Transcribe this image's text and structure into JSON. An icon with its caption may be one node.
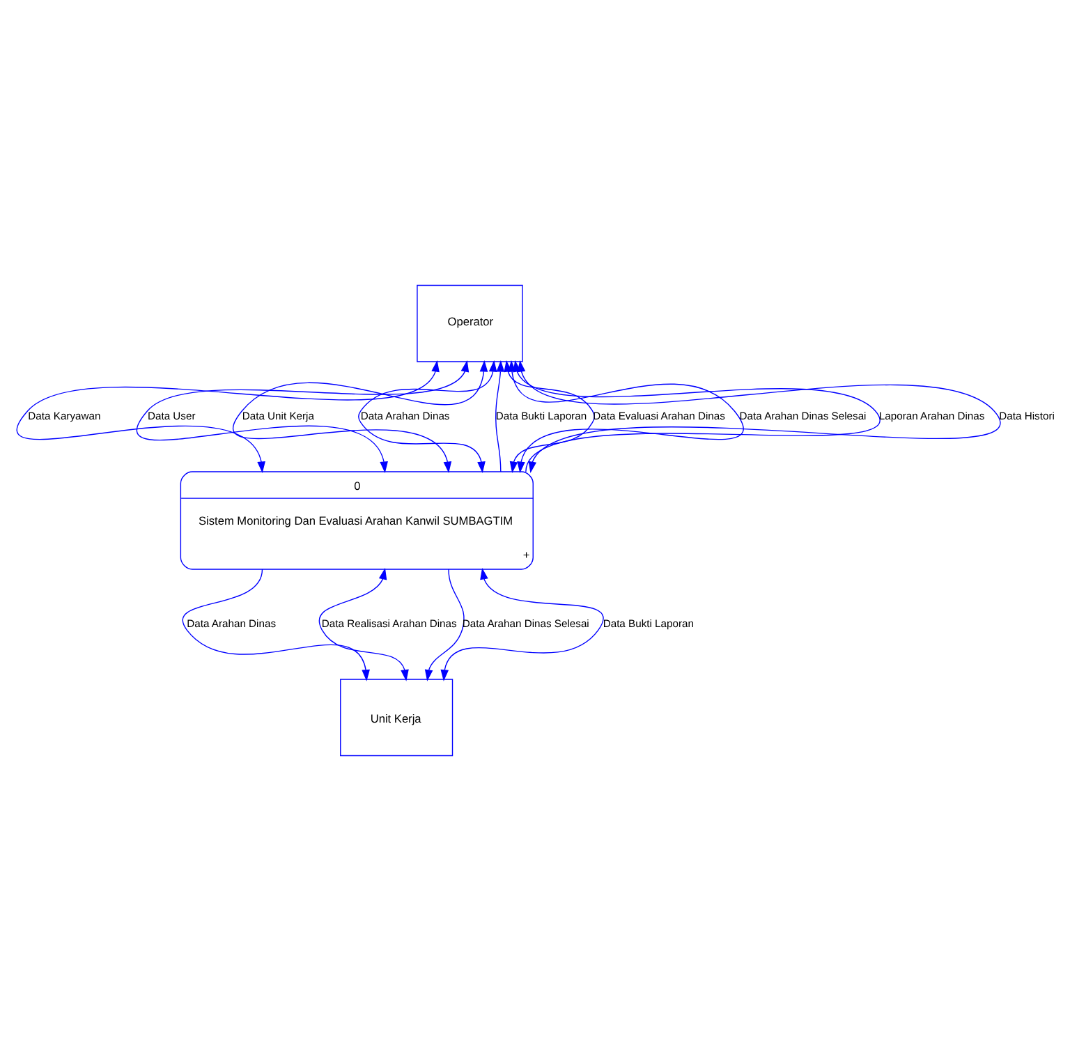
{
  "diagram": {
    "nodes": [
      {
        "text": [
          "Operator"
        ]
      },
      {
        "text": [
          "0",
          "Sistem Monitoring Dan Evaluasi Arahan Kanwil SUMBAGTIM",
          "+"
        ]
      },
      {
        "text": [
          "Unit Kerja"
        ]
      }
    ],
    "edges": [
      {
        "from": 1,
        "to": 0,
        "arrow": "both",
        "label": "Data Karyawan"
      },
      {
        "from": 1,
        "to": 0,
        "arrow": "both",
        "label": "Data User"
      },
      {
        "from": 1,
        "to": 0,
        "arrow": "both",
        "label": "Data Unit Kerja"
      },
      {
        "from": 0,
        "to": 1,
        "arrow": "both",
        "label": "Data Arahan Dinas"
      },
      {
        "from": 1,
        "to": 0,
        "arrow": "to",
        "label": "Data Bukti Laporan"
      },
      {
        "from": 0,
        "to": 1,
        "arrow": "both",
        "label": "Data Evaluasi Arahan Dinas"
      },
      {
        "from": 0,
        "to": 1,
        "arrow": "both",
        "label": "Data Arahan Dinas Selesai"
      },
      {
        "from": 1,
        "to": 0,
        "arrow": "to",
        "label": "Laporan Arahan Dinas"
      },
      {
        "from": 0,
        "to": 1,
        "arrow": "both",
        "label": "Data Histori"
      },
      {
        "from": 1,
        "to": 2,
        "arrow": "to",
        "label": "Data Arahan Dinas"
      },
      {
        "from": 1,
        "to": 2,
        "arrow": "both",
        "label": "Data Realisasi Arahan Dinas"
      },
      {
        "from": 1,
        "to": 2,
        "arrow": "to",
        "label": "Data Arahan Dinas Selesai"
      },
      {
        "from": 1,
        "to": 2,
        "arrow": "both",
        "label": "Data Bukti Laporan"
      }
    ]
  }
}
